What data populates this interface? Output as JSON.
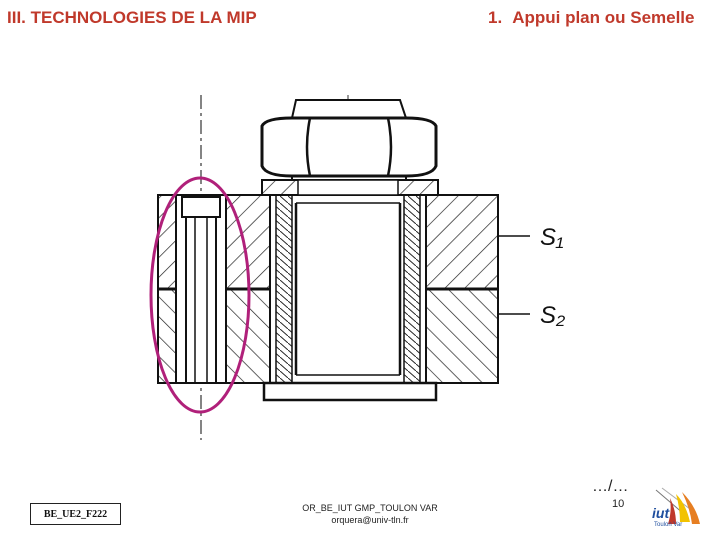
{
  "header": {
    "section_title": "III. TECHNOLOGIES DE LA MIP",
    "subsection_number": "1.",
    "subsection_title": "Appui plan ou Semelle"
  },
  "drawing": {
    "label_s1": "S₁",
    "label_s2": "S₂",
    "highlight_color": "#b0207a"
  },
  "footer": {
    "continuation": "…/…",
    "page_number": "10",
    "reference_code": "BE_UE2_F222",
    "author_line": "OR_BE_IUT GMP_TOULON VAR",
    "email": "orquera@univ-tln.fr",
    "logo_text": "iut",
    "logo_subtext": "Toulon Var"
  },
  "colors": {
    "title": "#c0392b"
  }
}
